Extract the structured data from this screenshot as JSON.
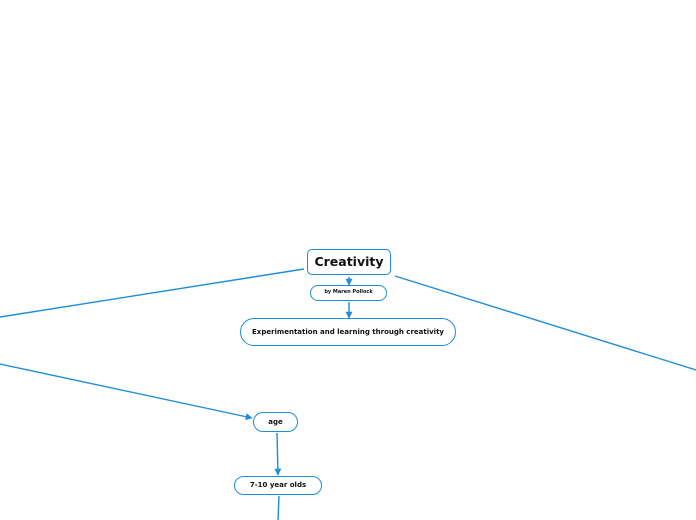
{
  "mindmap": {
    "root": {
      "label": "Creativity"
    },
    "author": {
      "label": "by Maren Pollock"
    },
    "subtitle": {
      "label": "Experimentation and learning through creativity"
    },
    "age": {
      "label": "age"
    },
    "age_range": {
      "label": "7-10 year olds"
    }
  },
  "colors": {
    "connector": "#1f8ed6",
    "node_border": "#1f8ed6",
    "text": "#111111",
    "background": "#ffffff"
  }
}
